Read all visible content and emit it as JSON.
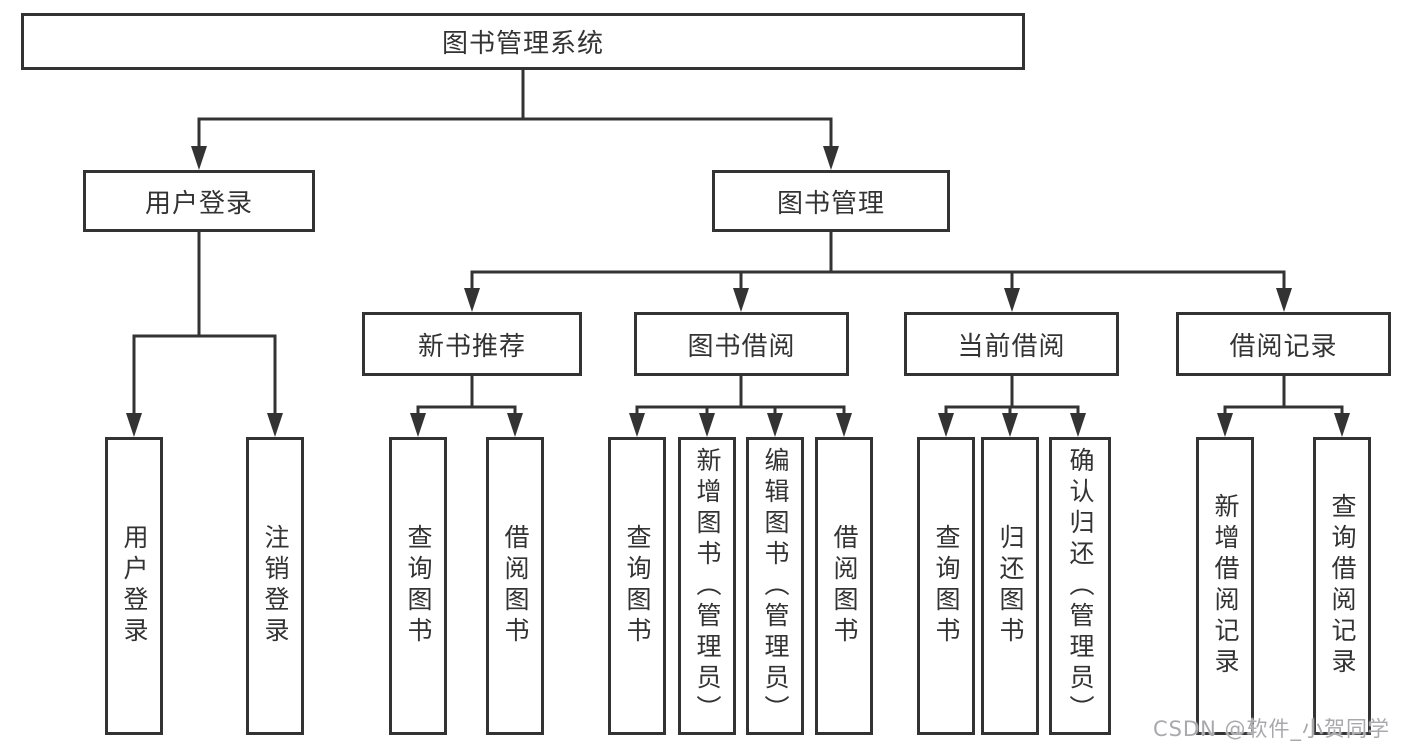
{
  "tree": {
    "label": "图书管理系统",
    "children": [
      {
        "label": "用户登录",
        "children": [
          {
            "label": "用户登录"
          },
          {
            "label": "注销登录"
          }
        ]
      },
      {
        "label": "图书管理",
        "children": [
          {
            "label": "新书推荐",
            "children": [
              {
                "label": "查询图书"
              },
              {
                "label": "借阅图书"
              }
            ]
          },
          {
            "label": "图书借阅",
            "children": [
              {
                "label": "查询图书"
              },
              {
                "label": "新增图书（管理员）"
              },
              {
                "label": "编辑图书（管理员）"
              },
              {
                "label": "借阅图书"
              }
            ]
          },
          {
            "label": "当前借阅",
            "children": [
              {
                "label": "查询图书"
              },
              {
                "label": "归还图书"
              },
              {
                "label": "确认归还（管理员）"
              }
            ]
          },
          {
            "label": "借阅记录",
            "children": [
              {
                "label": "新增借阅记录"
              },
              {
                "label": "查询借阅记录"
              }
            ]
          }
        ]
      }
    ]
  },
  "watermark": {
    "text": "CSDN @软件_小贺同学"
  },
  "style": {
    "line_color": "#333333",
    "box_border_color": "#333333",
    "text_color": "#333333",
    "background_color": "#ffffff",
    "watermark_color": "#a9a9ad"
  }
}
